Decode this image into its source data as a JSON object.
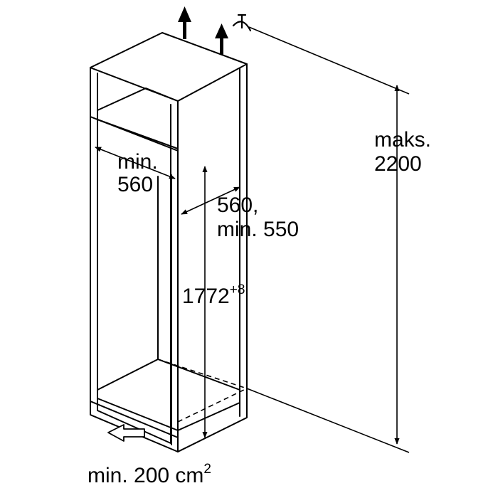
{
  "labels": {
    "depth_min_line1": "min.",
    "depth_min_line2": "560",
    "width_line1": "560,",
    "width_line2": "min. 550",
    "height_value": "1772",
    "height_tolerance": "+8",
    "max_line1": "maks.",
    "max_line2": "2200",
    "vent_area_text": "min. 200 cm",
    "vent_area_exp": "2"
  },
  "colors": {
    "line": "#000000",
    "background": "#ffffff"
  }
}
